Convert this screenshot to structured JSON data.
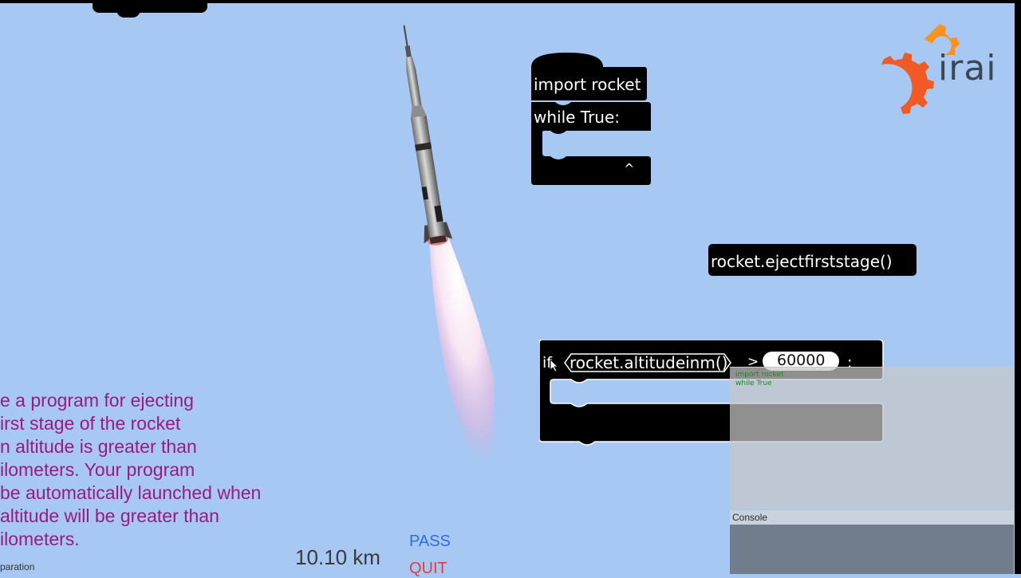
{
  "blocks": {
    "import": "import rocket",
    "while": "while True:",
    "caret": "^",
    "eject": "rocket.ejectfirststage()",
    "if_keyword": "if",
    "condition": "rocket.altitudeinm()",
    "operator": ">",
    "value": "60000",
    "colon": ":"
  },
  "logo": {
    "text": "irai",
    "colors": [
      "#f7931e",
      "#f15a24",
      "#e8542b"
    ]
  },
  "instructions": {
    "lines": [
      "e a program for ejecting",
      "irst stage of the rocket",
      "n altitude is greater than",
      "ilometers. Your program",
      "be automatically launched when",
      "altitude will be greater than",
      "ilometers."
    ]
  },
  "hud": {
    "altitude": "10.10 km",
    "pass": "PASS",
    "quit": "QUIT",
    "separation": "paration"
  },
  "code_preview": {
    "lines": [
      "import rocket",
      "while True"
    ]
  },
  "console": {
    "title": "Console"
  },
  "colors": {
    "sky": "#a6c8f2",
    "instruction_text": "#9a1b7c",
    "pass": "#2f6ee0",
    "quit": "#e23c3c",
    "preview_code": "#1c8a1c"
  }
}
